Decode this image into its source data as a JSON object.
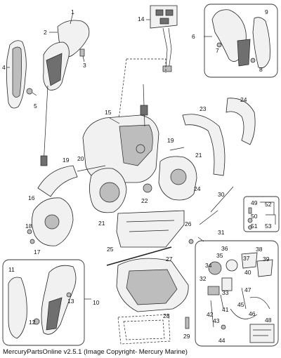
{
  "callouts": [
    "1",
    "2",
    "3",
    "4",
    "5",
    "6",
    "7",
    "8",
    "9",
    "10",
    "11",
    "12",
    "13",
    "14",
    "15",
    "16",
    "17",
    "18",
    "19",
    "19",
    "20",
    "21",
    "21",
    "22",
    "23",
    "24",
    "24",
    "25",
    "26",
    "27",
    "28",
    "29",
    "30",
    "31",
    "32",
    "33",
    "34",
    "35",
    "36",
    "37",
    "38",
    "39",
    "40",
    "41",
    "42",
    "43",
    "44",
    "45",
    "46",
    "47",
    "48",
    "49",
    "50",
    "51",
    "52",
    "53"
  ],
  "footer": "MercuryPartsOnline v2.5.1 (Image Copyright- Mercury Marine)"
}
